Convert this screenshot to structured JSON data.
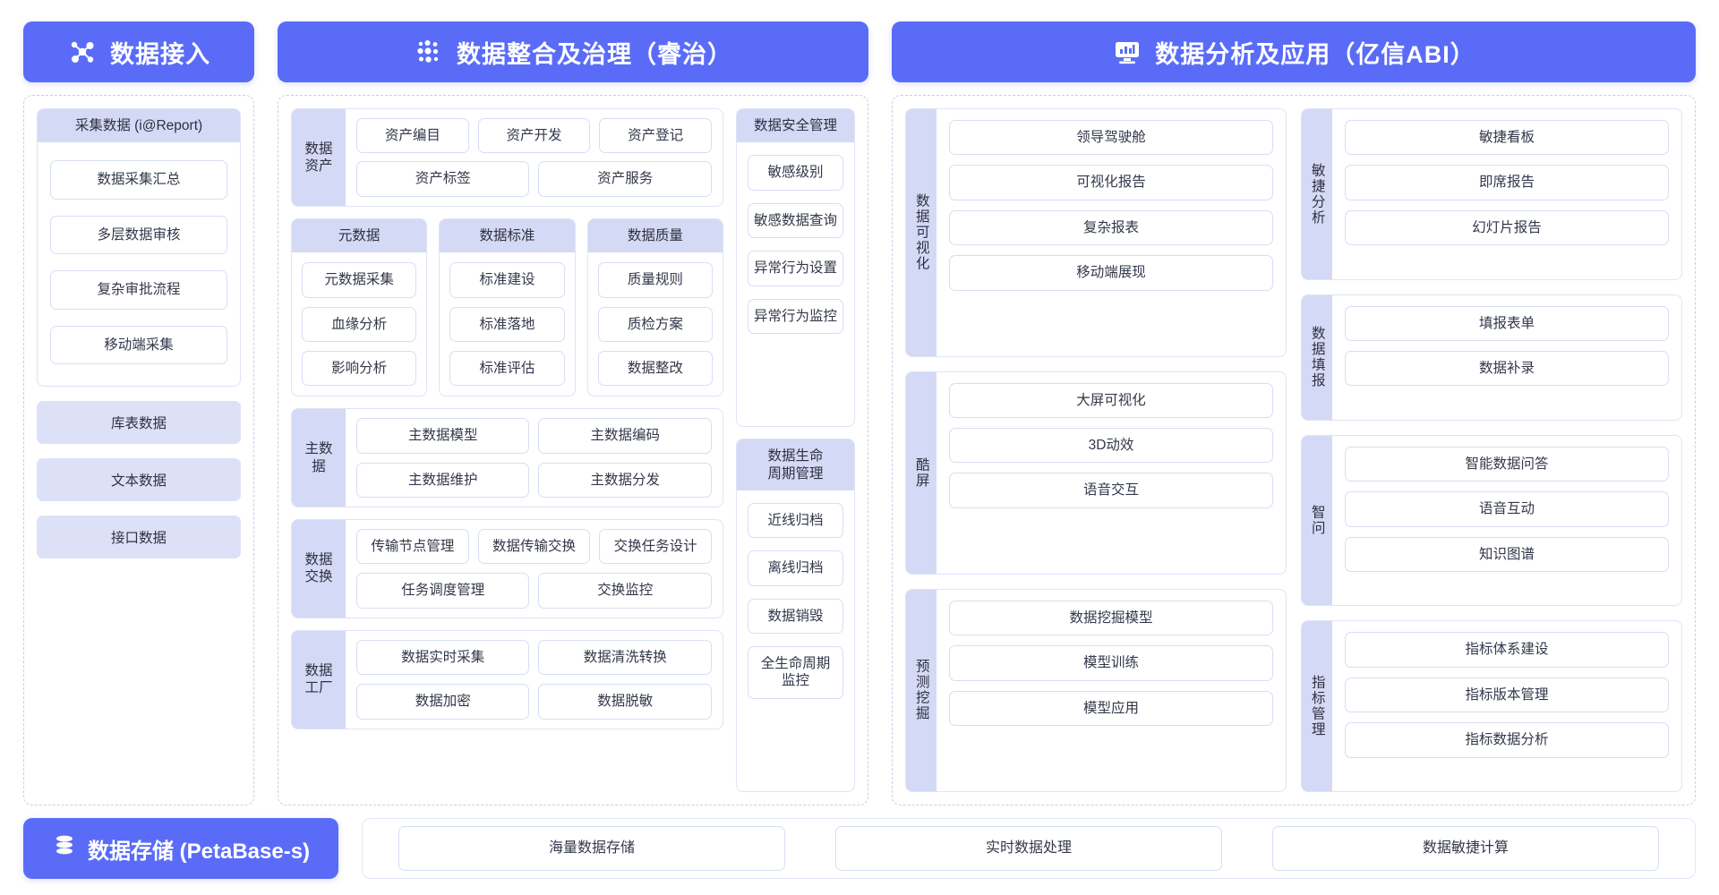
{
  "banners": [
    {
      "icon": "data-access-nodes-icon",
      "title": "数据接入"
    },
    {
      "icon": "data-governance-dots-icon",
      "title": "数据整合及治理（睿治）"
    },
    {
      "icon": "data-analytics-monitor-icon",
      "title": "数据分析及应用（亿信ABI）"
    }
  ],
  "left": {
    "collect": {
      "title": "采集数据 (i@Report)",
      "items": [
        "数据采集汇总",
        "多层数据审核",
        "复杂审批流程",
        "移动端采集"
      ]
    },
    "sources": [
      "库表数据",
      "文本数据",
      "接口数据"
    ]
  },
  "middle": {
    "asset": {
      "label": "数据\n资产",
      "row1": [
        "资产编目",
        "资产开发",
        "资产登记"
      ],
      "row2": [
        "资产标签",
        "资产服务"
      ]
    },
    "triple": [
      {
        "title": "元数据",
        "items": [
          "元数据采集",
          "血缘分析",
          "影响分析"
        ]
      },
      {
        "title": "数据标准",
        "items": [
          "标准建设",
          "标准落地",
          "标准评估"
        ]
      },
      {
        "title": "数据质量",
        "items": [
          "质量规则",
          "质检方案",
          "数据整改"
        ]
      }
    ],
    "master": {
      "label": "主数据",
      "items": [
        "主数据模型",
        "主数据编码",
        "主数据维护",
        "主数据分发"
      ]
    },
    "exchange": {
      "label": "数据\n交换",
      "row1": [
        "传输节点管理",
        "数据传输交换",
        "交换任务设计"
      ],
      "row2": [
        "任务调度管理",
        "交换监控"
      ]
    },
    "factory": {
      "label": "数据\n工厂",
      "items": [
        "数据实时采集",
        "数据清洗转换",
        "数据加密",
        "数据脱敏"
      ]
    },
    "security": {
      "title": "数据安全管理",
      "items": [
        "敏感级别",
        "敏感数据查询",
        "异常行为设置",
        "异常行为监控"
      ]
    },
    "lifecycle": {
      "title": "数据生命\n周期管理",
      "items": [
        "近线归档",
        "离线归档",
        "数据销毁",
        "全生命周期\n监控"
      ]
    }
  },
  "right": {
    "left_groups": [
      {
        "label": "数据可视化",
        "items": [
          "领导驾驶舱",
          "可视化报告",
          "复杂报表",
          "移动端展现"
        ]
      },
      {
        "label": "酷屏",
        "items": [
          "大屏可视化",
          "3D动效",
          "语音交互"
        ]
      },
      {
        "label": "预测挖掘",
        "items": [
          "数据挖掘模型",
          "模型训练",
          "模型应用"
        ]
      }
    ],
    "right_groups": [
      {
        "label": "敏捷分析",
        "items": [
          "敏捷看板",
          "即席报告",
          "幻灯片报告"
        ]
      },
      {
        "label": "数据填报",
        "items": [
          "填报表单",
          "数据补录"
        ]
      },
      {
        "label": "智问",
        "items": [
          "智能数据问答",
          "语音互动",
          "知识图谱"
        ]
      },
      {
        "label": "指标管理",
        "items": [
          "指标体系建设",
          "指标版本管理",
          "指标数据分析"
        ]
      }
    ]
  },
  "footer": {
    "icon": "database-stack-icon",
    "title": "数据存储 (PetaBase-s)",
    "items": [
      "海量数据存储",
      "实时数据处理",
      "数据敏捷计算"
    ]
  },
  "colors": {
    "brand": "#5a6cf7",
    "header_fill": "#d4d9f5",
    "chip_border": "#d7def4",
    "dashed_border": "#c9cee6"
  }
}
